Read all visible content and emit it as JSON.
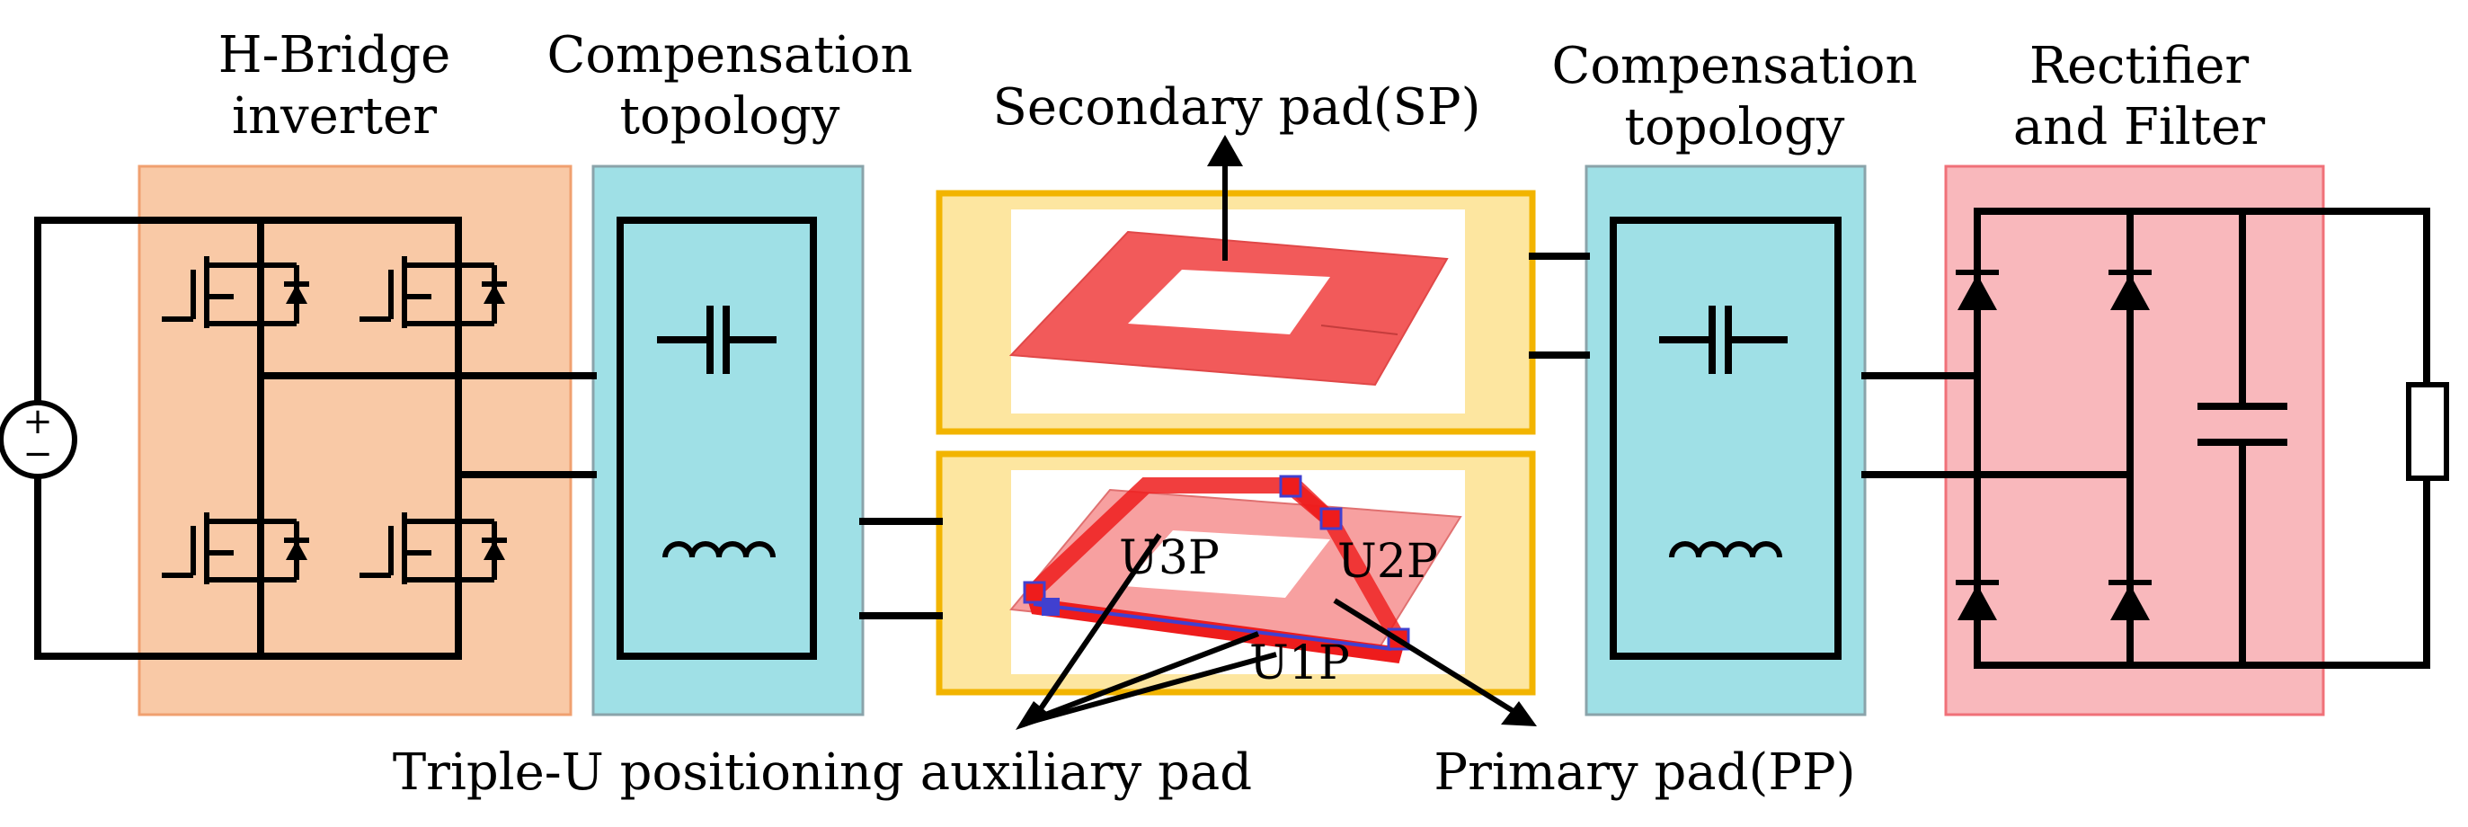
{
  "labels": {
    "hbridge_line1": "H-Bridge",
    "hbridge_line2": "inverter",
    "comp_left_line1": "Compensation",
    "comp_left_line2": "topology",
    "comp_right_line1": "Compensation",
    "comp_right_line2": "topology",
    "rectifier_line1": "Rectifier",
    "rectifier_line2": "and Filter",
    "secondary_pad": "Secondary pad(SP)",
    "primary_pad": "Primary pad(PP)",
    "triple_u": "Triple-U positioning auxiliary pad",
    "u1p": "U1P",
    "u2p": "U2P",
    "u3p": "U3P",
    "source_plus": "+",
    "source_minus": "−"
  },
  "colors": {
    "hbridge_fill": "#f9c9a6",
    "hbridge_border": "#f0a070",
    "comp_fill": "#9fe0e6",
    "comp_border": "#8aa3aa",
    "pad_fill": "#fde6a0",
    "pad_border": "#f2b400",
    "rect_fill": "#f9b8bc",
    "rect_border": "#f07078",
    "coil_red": "#f25a5a",
    "coil_light": "#f7a0a0",
    "u_red": "#ee1c1c",
    "u_blue": "#4040d0"
  }
}
